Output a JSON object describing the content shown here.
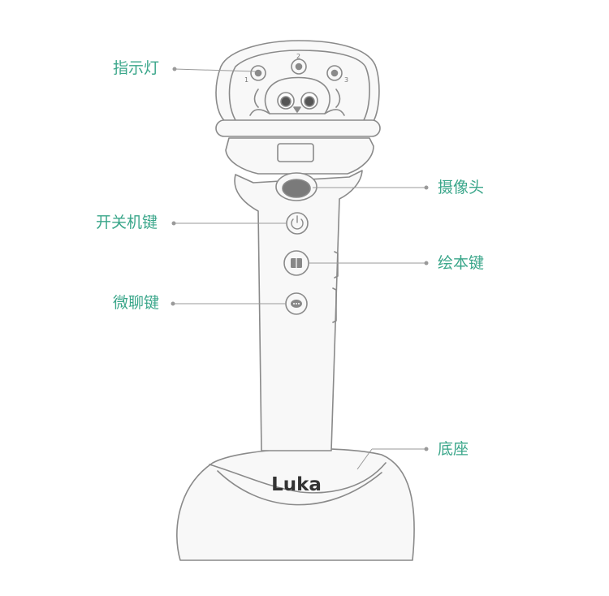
{
  "colors": {
    "label": "#3aa68a",
    "outline": "#8a8a8a",
    "leader": "#9a9a9a",
    "fill": "#f7f7f7",
    "brand": "#333333"
  },
  "device": {
    "brand": "Luka",
    "indicator_numbers": [
      "1",
      "2",
      "3"
    ]
  },
  "labels": {
    "indicator": "指示灯",
    "camera": "摄像头",
    "power_key": "开关机键",
    "picture_book_key": "绘本键",
    "wechat_key": "微聊键",
    "base": "底座"
  }
}
